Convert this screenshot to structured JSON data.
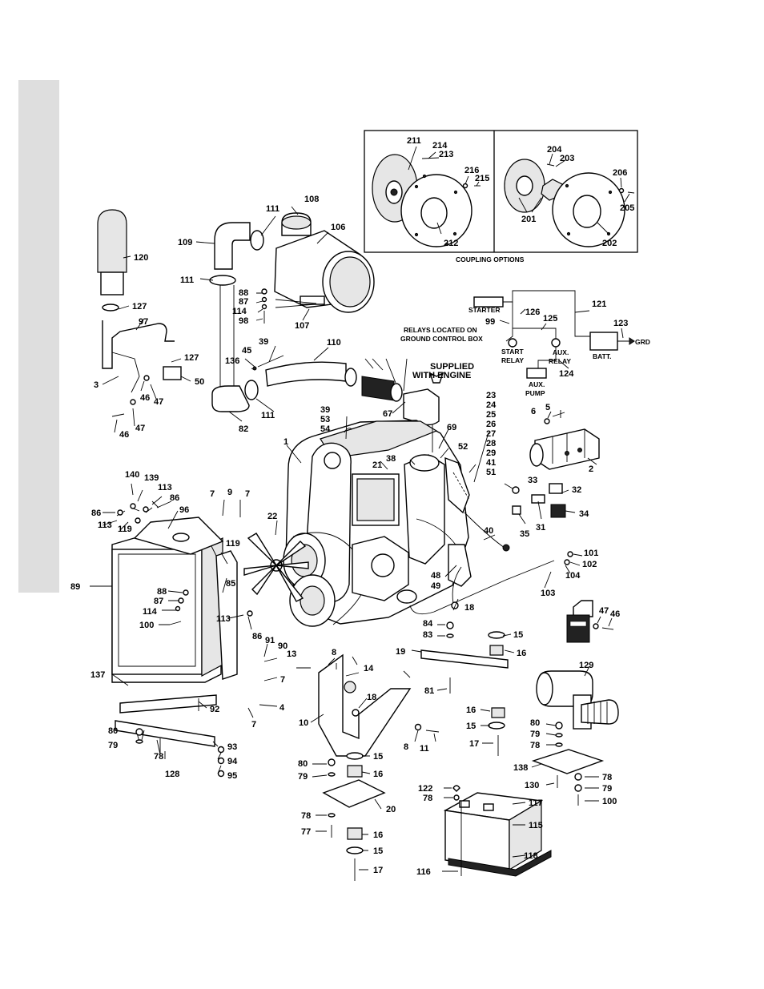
{
  "labels": {
    "coupling_title": "COUPLING OPTIONS",
    "starter": "STARTER",
    "relays_note_1": "RELAYS LOCATED ON",
    "relays_note_2": "GROUND CONTROL BOX",
    "start_relay_1": "START",
    "start_relay_2": "RELAY",
    "aux_relay_1": "AUX.",
    "aux_relay_2": "RELAY",
    "aux_pump_1": "AUX.",
    "aux_pump_2": "PUMP",
    "batt": "BATT.",
    "grd": "GRD",
    "supplied_1": "SUPPLIED",
    "supplied_2": "WITH ENGINE"
  },
  "callouts": {
    "n211": "211",
    "n214": "214",
    "n213": "213",
    "n216": "216",
    "n215": "215",
    "n212": "212",
    "n201": "201",
    "n204": "204",
    "n203": "203",
    "n206": "206",
    "n205": "205",
    "n202": "202",
    "n108": "108",
    "n111a": "111",
    "n106": "106",
    "n109": "109",
    "n111b": "111",
    "n88a": "88",
    "n87a": "87",
    "n114a": "114",
    "n98": "98",
    "n107": "107",
    "n120": "120",
    "n127a": "127",
    "n97": "97",
    "n127b": "127",
    "n3": "3",
    "n50": "50",
    "n46a": "46",
    "n47a": "47",
    "n46b": "46",
    "n47b": "47",
    "n45": "45",
    "n39a": "39",
    "n136": "136",
    "n110": "110",
    "n82": "82",
    "n111c": "111",
    "n67": "67",
    "n121": "121",
    "n126": "126",
    "n99": "99",
    "n125": "125",
    "n123": "123",
    "n124": "124",
    "n39b": "39",
    "n53": "53",
    "n54": "54",
    "n1": "1",
    "n21": "21",
    "n38": "38",
    "n69": "69",
    "n52": "52",
    "n23": "23",
    "n24": "24",
    "n25": "25",
    "n26": "26",
    "n27": "27",
    "n28": "28",
    "n29": "29",
    "n41": "41",
    "n51": "51",
    "n6": "6",
    "n5": "5",
    "n2": "2",
    "n33": "33",
    "n32": "32",
    "n34": "34",
    "n31": "31",
    "n35": "35",
    "n140": "140",
    "n139": "139",
    "n113a": "113",
    "n86a": "86",
    "n86b": "86",
    "n113b": "113",
    "n119a": "119",
    "n96": "96",
    "n7a": "7",
    "n9": "9",
    "n7b": "7",
    "n22": "22",
    "n40": "40",
    "n89": "89",
    "n119b": "119",
    "n85": "85",
    "n88b": "88",
    "n87b": "87",
    "n114b": "114",
    "n100a": "100",
    "n113c": "113",
    "n86c": "86",
    "n91": "91",
    "n90": "90",
    "n48": "48",
    "n49": "49",
    "n18a": "18",
    "n101": "101",
    "n102": "102",
    "n104": "104",
    "n103": "103",
    "n47c": "47",
    "n46c": "46",
    "n84": "84",
    "n83": "83",
    "n15a": "15",
    "n19": "19",
    "n16a": "16",
    "n13": "13",
    "n8a": "8",
    "n14": "14",
    "n7c": "7",
    "n18b": "18",
    "n4": "4",
    "n7d": "7",
    "n137": "137",
    "n92": "92",
    "n10": "10",
    "n81": "81",
    "n16b": "16",
    "n15b": "15",
    "n17a": "17",
    "n8b": "8",
    "n11": "11",
    "n129": "129",
    "n80a": "80",
    "n79a": "79",
    "n78a": "78",
    "n80b": "80",
    "n79b": "79",
    "n78b": "78",
    "n128": "128",
    "n93": "93",
    "n94": "94",
    "n95": "95",
    "n15c": "15",
    "n80c": "80",
    "n16c": "16",
    "n79c": "79",
    "n20": "20",
    "n138": "138",
    "n78c": "78",
    "n130": "130",
    "n79d": "79",
    "n100b": "100",
    "n122": "122",
    "n78d": "78",
    "n117": "117",
    "n115": "115",
    "n78e": "78",
    "n77": "77",
    "n16d": "16",
    "n15d": "15",
    "n17b": "17",
    "n118": "118",
    "n116": "116"
  }
}
